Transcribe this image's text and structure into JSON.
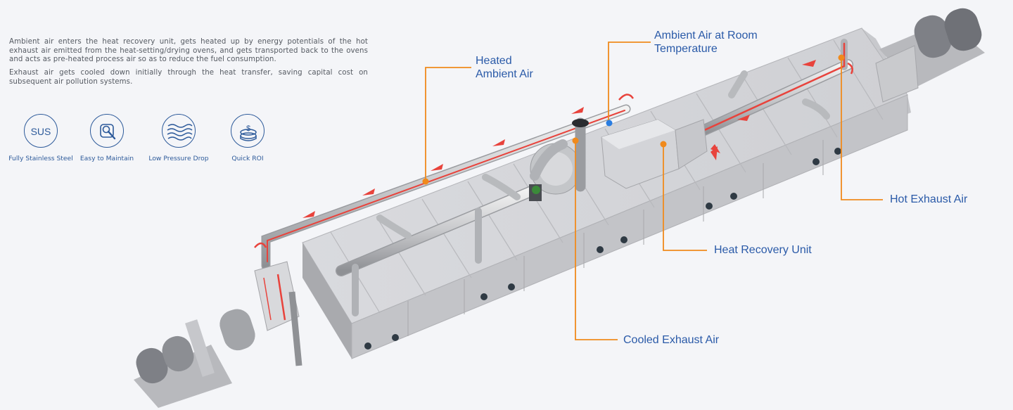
{
  "description": {
    "paragraph1": "Ambient air enters the heat recovery unit, gets heated up by energy potentials of the hot exhaust air emitted from the heat-setting/drying ovens, and gets transported back to the ovens and acts as pre-heated process air so as to reduce the fuel consumption.",
    "paragraph2": "Exhaust air gets cooled down initially through the heat transfer, saving capital cost on subsequent air pollution systems."
  },
  "features": [
    {
      "label": "Fully Stainless Steel",
      "icon": "sus-icon",
      "icon_text": "SUS"
    },
    {
      "label": "Easy to Maintain",
      "icon": "wrench-icon"
    },
    {
      "label": "Low Pressure Drop",
      "icon": "waves-icon"
    },
    {
      "label": "Quick ROI",
      "icon": "coins-icon"
    }
  ],
  "callouts": {
    "heated_ambient_air": [
      "Heated",
      "Ambient Air"
    ],
    "ambient_air_room_temp": [
      "Ambient Air at Room",
      "Temperature"
    ],
    "hot_exhaust_air": "Hot Exhaust Air",
    "heat_recovery_unit": "Heat Recovery Unit",
    "cooled_exhaust_air": "Cooled Exhaust Air"
  },
  "colors": {
    "accent_blue": "#2a5aa8",
    "leader_orange": "#f08a1c",
    "flow_red": "#e8433c",
    "background": "#f4f5f8"
  }
}
